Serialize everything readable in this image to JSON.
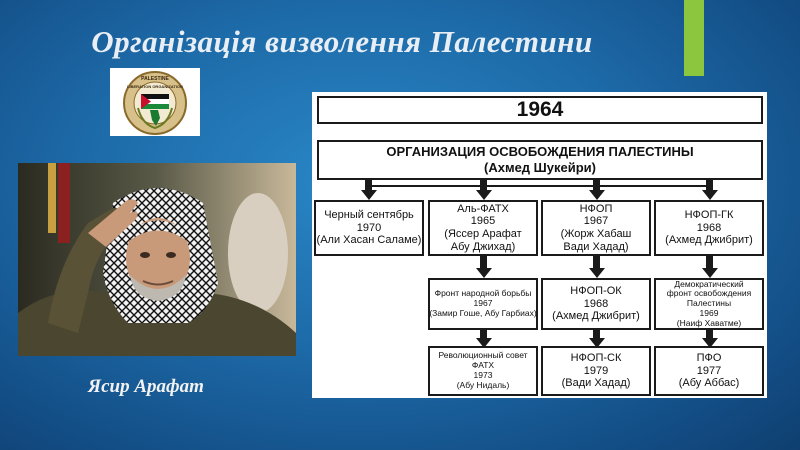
{
  "slide": {
    "title": "Організація визволення Палестини",
    "caption": "Ясир Арафат",
    "accent_color": "#8cc63f",
    "background_color": "#1d6aa8"
  },
  "logo": {
    "top_text": "PALESTINE",
    "ring_text": "LIBERATION ORGANIZATION"
  },
  "diagram": {
    "year": "1964",
    "root": {
      "lines": [
        "ОРГАНИЗАЦИЯ ОСВОБОЖДЕНИЯ ПАЛЕСТИНЫ",
        "(Ахмед Шукейри)"
      ]
    },
    "nodes": [
      {
        "id": "black-september",
        "lines": [
          "Черный сентябрь",
          "1970",
          "(Али Хасан Саламе)"
        ]
      },
      {
        "id": "fatah",
        "lines": [
          "Аль-ФАТХ",
          "1965",
          "(Яссер Арафат",
          "Абу Джихад)"
        ]
      },
      {
        "id": "nfop",
        "lines": [
          "НФОП",
          "1967",
          "(Жорж Хабаш",
          "Вади Хадад)"
        ]
      },
      {
        "id": "nfop-gk",
        "lines": [
          "НФОП-ГК",
          "1968",
          "(Ахмед Джибрит)"
        ]
      },
      {
        "id": "popular-struggle-front",
        "lines": [
          "Фронт народной борьбы",
          "1967",
          "(Замир Гоше, Абу Гарбиах)"
        ]
      },
      {
        "id": "nfop-ok",
        "lines": [
          "НФОП-ОК",
          "1968",
          "(Ахмед Джибрит)"
        ]
      },
      {
        "id": "democratic-front",
        "lines": [
          "Демократический",
          "фронт освобождения",
          "Палестины",
          "1969",
          "(Наиф Хаватме)"
        ]
      },
      {
        "id": "fatah-revolutionary-council",
        "lines": [
          "Революционный совет",
          "ФАТХ",
          "1973",
          "(Абу Нидаль)"
        ]
      },
      {
        "id": "nfop-sk",
        "lines": [
          "НФОП-СК",
          "1979",
          "(Вади Хадад)"
        ]
      },
      {
        "id": "pfo",
        "lines": [
          "ПФО",
          "1977",
          "(Абу Аббас)"
        ]
      }
    ]
  }
}
